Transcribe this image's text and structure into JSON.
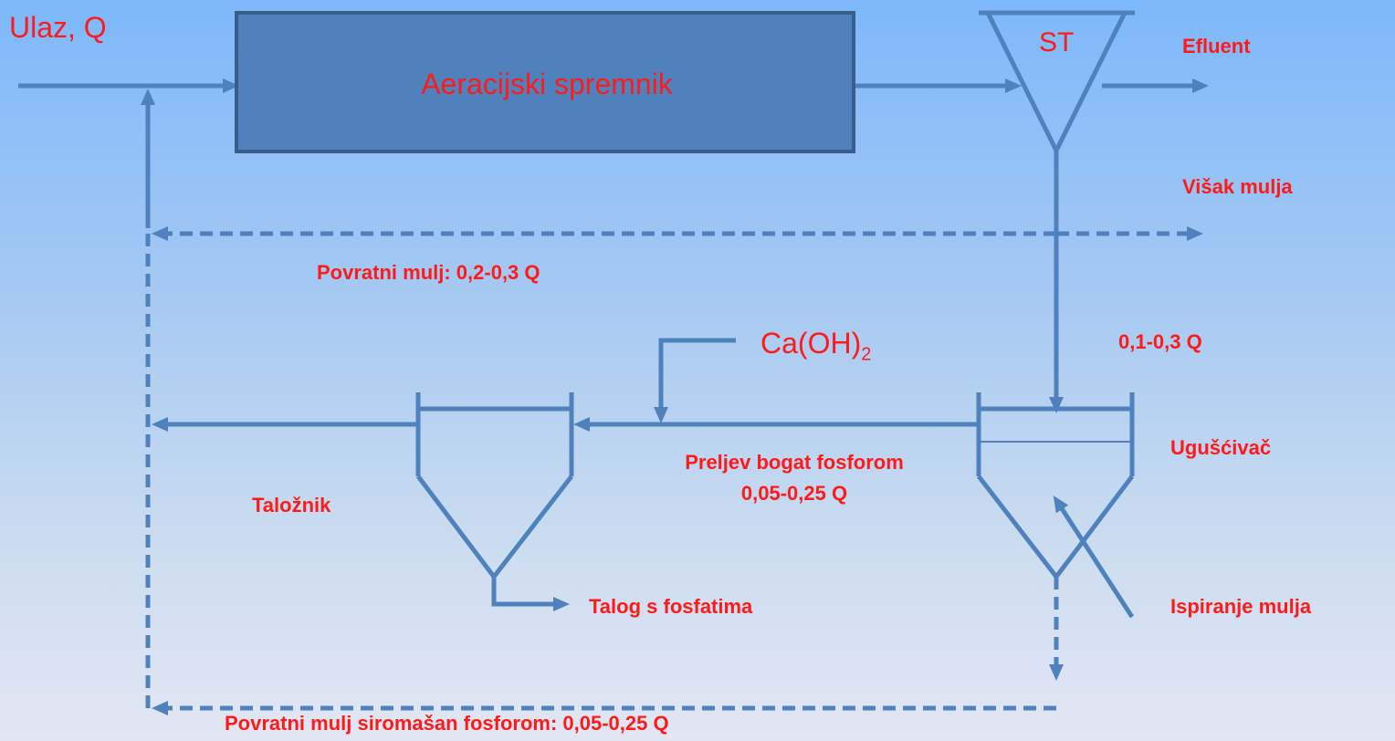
{
  "labels": {
    "inlet": "Ulaz, Q",
    "aeration_tank": "Aeracijski spremnik",
    "secondary_tank": "ST",
    "effluent": "Efluent",
    "excess_sludge": "Višak mulja",
    "return_sludge": "Povratni mulj: 0,2-0,3 Q",
    "lime": "Ca(OH)",
    "lime_subscript": "2",
    "thickener_flow": "0,1-0,3 Q",
    "thickener": "Ugušćivač",
    "overflow_line1": "Preljev bogat fosforom",
    "overflow_line2": "0,05-0,25 Q",
    "settler": "Taložnik",
    "phosphate_sludge": "Talog s fosfatima",
    "sludge_washing": "Ispiranje mulja",
    "return_sludge_poor": "Povratni mulj siromašan fosforom: 0,05-0,25 Q"
  },
  "colors": {
    "line": "#4f81bd",
    "tank_fill": "#4f81bd",
    "tank_border": "#385d8a",
    "text": "#ff1a1a"
  }
}
